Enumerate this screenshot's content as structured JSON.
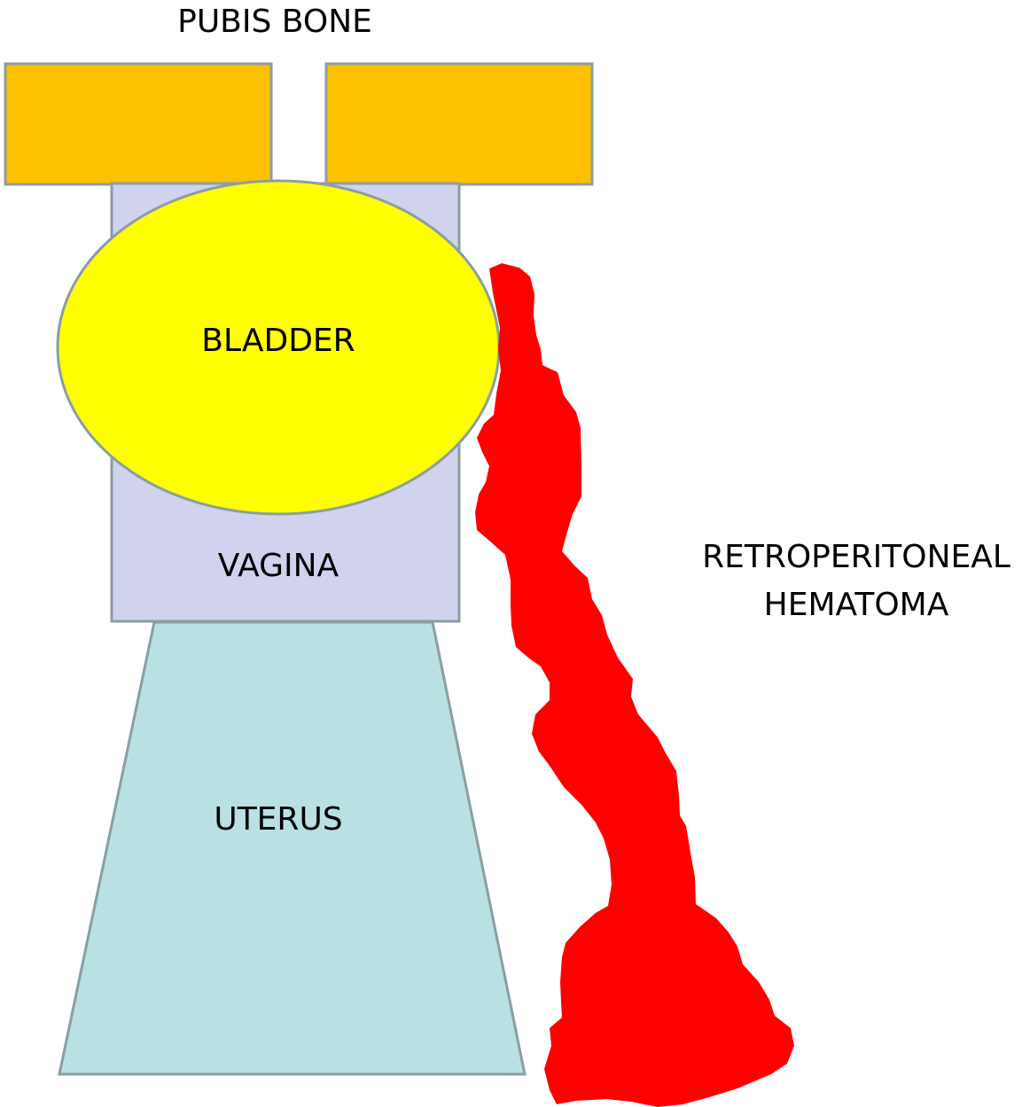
{
  "labels": {
    "pubis": "PUBIS BONE",
    "bladder": "BLADDER",
    "vagina": "VAGINA",
    "uterus": "UTERUS",
    "hematoma_line1": "RETROPERITONEAL",
    "hematoma_line2": "HEMATOMA"
  },
  "colors": {
    "pubis_fill": "#FFC000",
    "vagina_fill": "#D0D2EE",
    "bladder_fill": "#FFFF00",
    "uterus_fill": "#B9E0E2",
    "hematoma_fill": "#FF0000",
    "outline": "#8A9EA4"
  }
}
